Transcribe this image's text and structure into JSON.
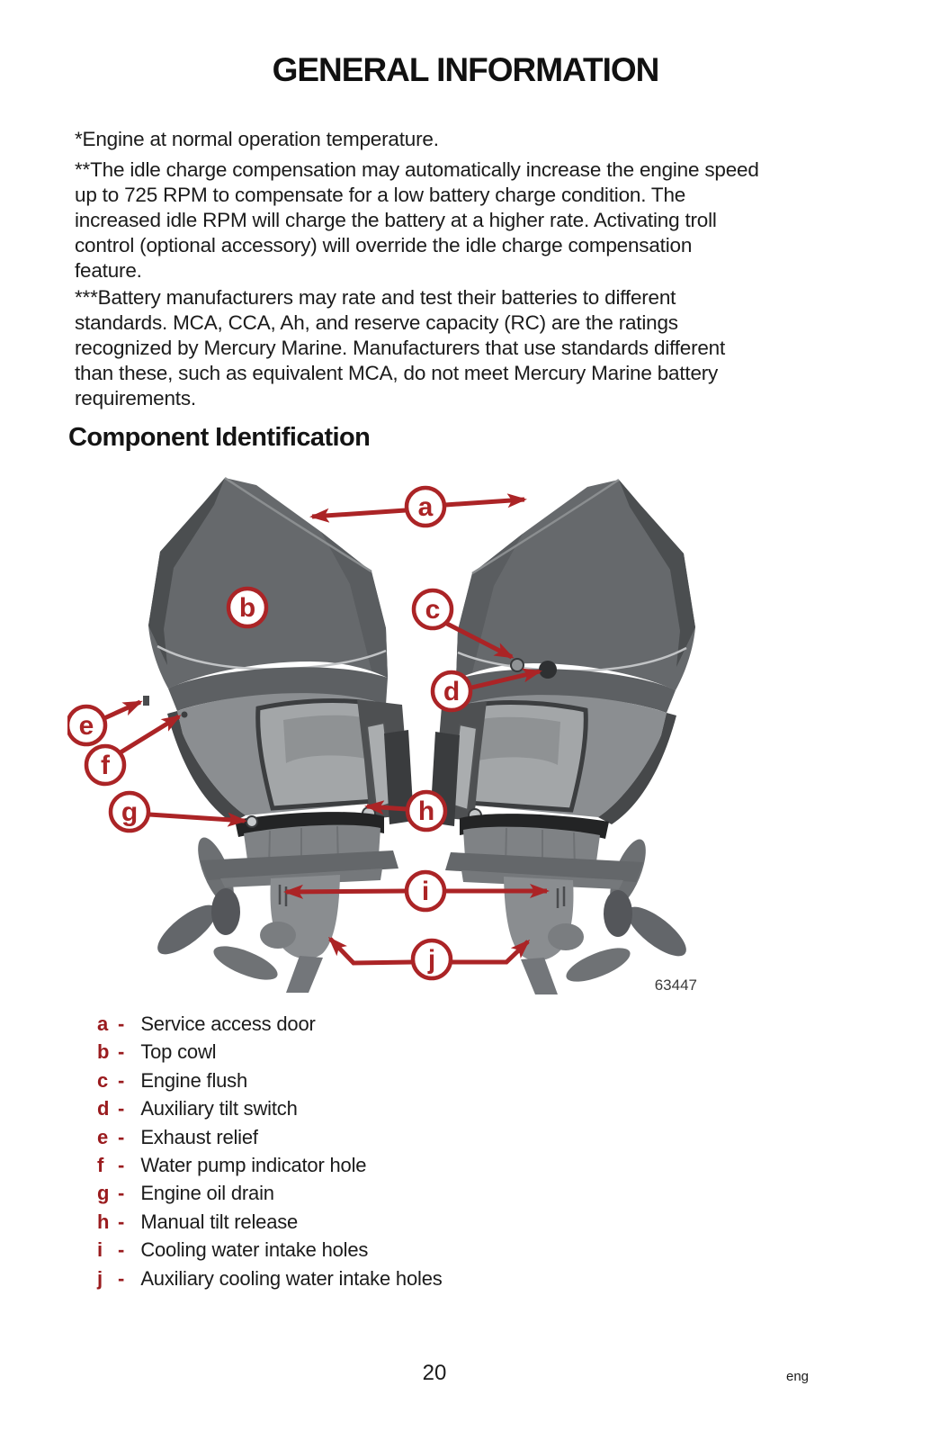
{
  "page": {
    "title": "GENERAL INFORMATION",
    "paragraphs": {
      "p1": "*Engine at normal operation temperature.",
      "p2": "**The idle charge compensation may automatically increase the engine speed\nup to 725 RPM to compensate for a low battery charge condition. The\nincreased idle RPM will charge the battery at a higher rate. Activating troll\ncontrol (optional accessory) will override the idle charge compensation\nfeature.",
      "p3": "***Battery manufacturers may rate and test their batteries to different\nstandards. MCA, CCA, Ah, and reserve capacity (RC) are the ratings\nrecognized by Mercury Marine. Manufacturers that use standards different\nthan these, such as equivalent MCA, do not meet Mercury Marine battery\nrequirements."
    },
    "section_heading": "Component Identification",
    "figure": {
      "number": "63447",
      "callouts": {
        "a": "a",
        "b": "b",
        "c": "c",
        "d": "d",
        "e": "e",
        "f": "f",
        "g": "g",
        "h": "h",
        "i": "i",
        "j": "j"
      }
    },
    "legend": {
      "separator": "-",
      "items": [
        {
          "letter": "a",
          "label": "Service access door"
        },
        {
          "letter": "b",
          "label": "Top cowl"
        },
        {
          "letter": "c",
          "label": "Engine flush"
        },
        {
          "letter": "d",
          "label": "Auxiliary tilt switch"
        },
        {
          "letter": "e",
          "label": "Exhaust relief"
        },
        {
          "letter": "f",
          "label": "Water pump indicator hole"
        },
        {
          "letter": "g",
          "label": "Engine oil drain"
        },
        {
          "letter": "h",
          "label": "Manual tilt release"
        },
        {
          "letter": "i",
          "label": "Cooling water intake holes"
        },
        {
          "letter": "j",
          "label": "Auxiliary cooling water intake holes"
        }
      ]
    },
    "footer": {
      "page_number": "20",
      "language": "eng"
    }
  },
  "colors": {
    "callout_red": "#ab2426",
    "legend_red": "#9a1b1e",
    "body_text": "#1b1b1b",
    "motor_gray": "#66696c"
  }
}
